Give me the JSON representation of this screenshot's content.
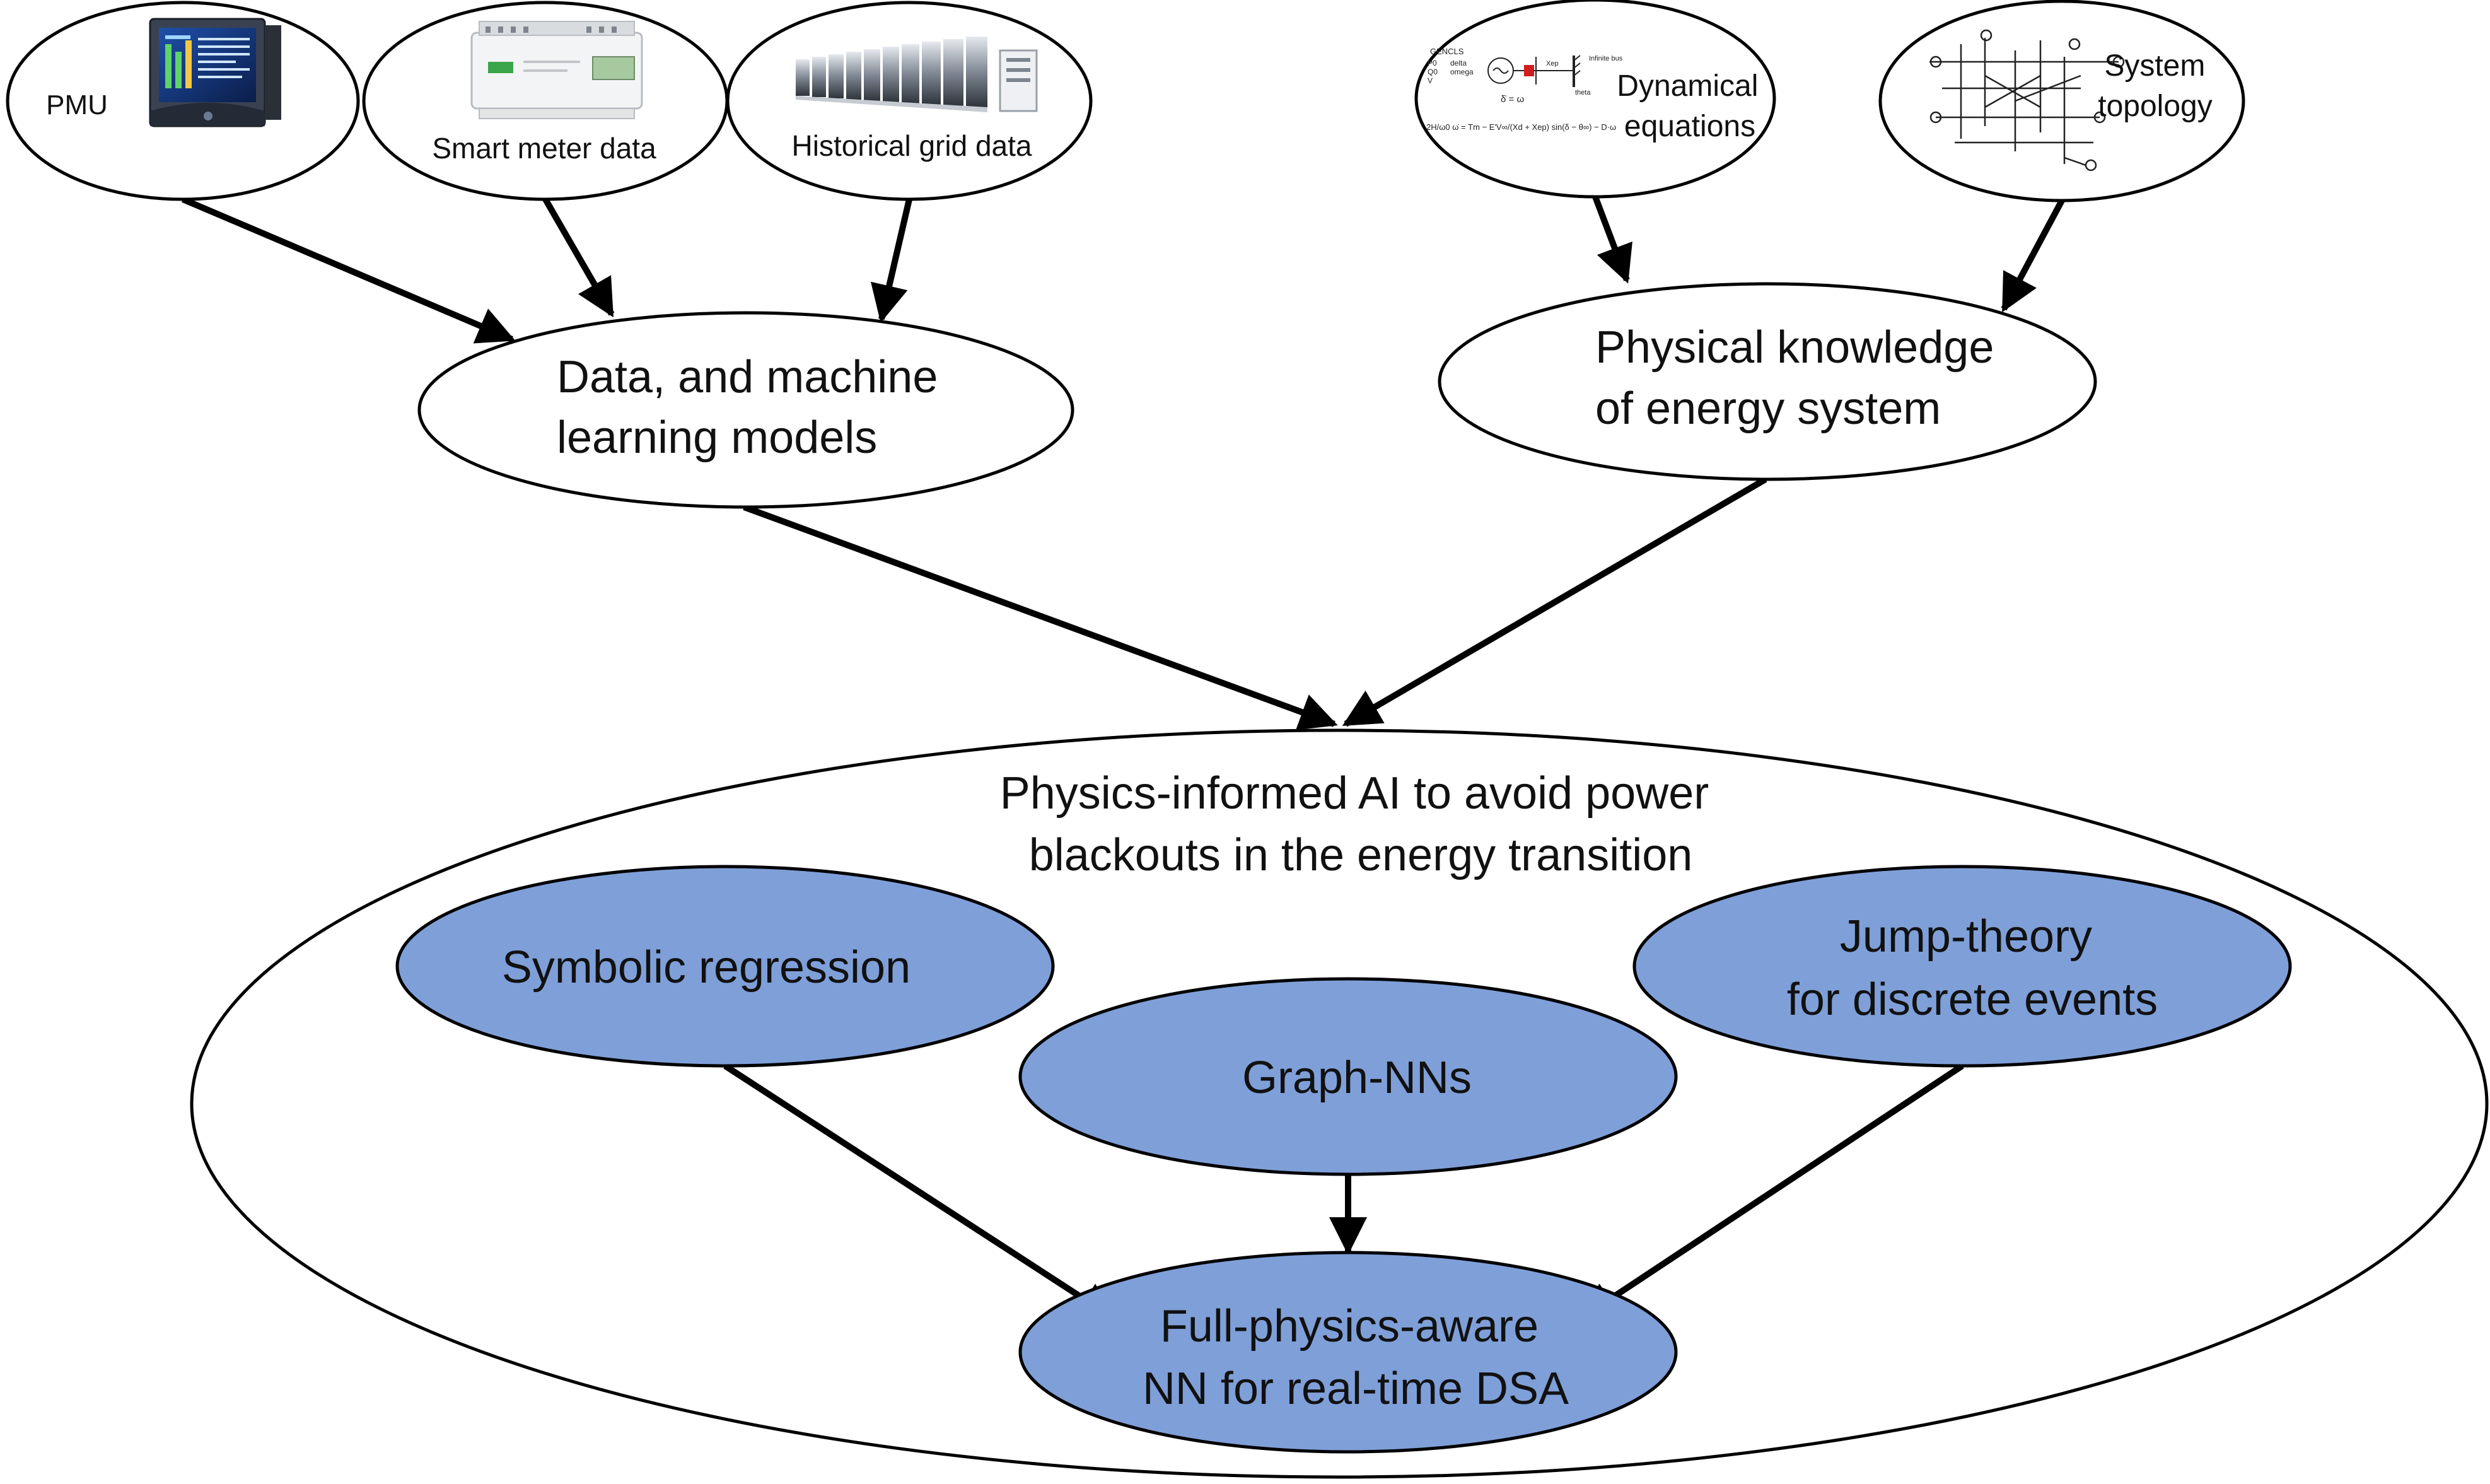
{
  "sources": {
    "pmu": {
      "label": "PMU"
    },
    "smart_meter": {
      "label": "Smart meter data"
    },
    "historical": {
      "label": "Historical grid data"
    },
    "dynamical": {
      "label_lines": [
        "Dynamical",
        "equations"
      ]
    },
    "topology": {
      "label_lines": [
        "System",
        "topology"
      ]
    }
  },
  "data_ml": {
    "label_lines": [
      "Data, and machine",
      "learning models"
    ]
  },
  "physical": {
    "label_lines": [
      "Physical knowledge",
      "of energy system"
    ]
  },
  "main": {
    "label_lines": [
      "Physics-informed AI to avoid power",
      "blackouts in the energy transition"
    ]
  },
  "methods": {
    "symbolic": {
      "label": "Symbolic regression"
    },
    "graph": {
      "label": "Graph-NNs"
    },
    "jump": {
      "label_lines": [
        "Jump-theory",
        "for discrete events"
      ]
    },
    "full": {
      "label_lines": [
        "Full-physics-aware",
        "NN for real-time DSA"
      ]
    }
  },
  "equation_snippet": {
    "model": "GENCLS",
    "bus": "Infinite bus",
    "rows": [
      "P0",
      "Q0",
      "delta",
      "omega",
      "V",
      "theta"
    ],
    "eq1": "δ̇ = ω",
    "eq2": "2H/ω0 ω̇ = Tm − E'V∞/(Xd + Xep) sin(δ − θ∞) − D·ω",
    "line": "Xep"
  },
  "colors": {
    "fill_method": "#7f9fd8",
    "stroke": "#000000",
    "fill_plain": "#ffffff"
  },
  "icons": {
    "pmu": "pmu-device-icon",
    "smart_meter": "smart-meter-icon",
    "historical": "server-rack-icon",
    "dynamical": "equation-diagram-icon",
    "topology": "network-topology-icon"
  }
}
